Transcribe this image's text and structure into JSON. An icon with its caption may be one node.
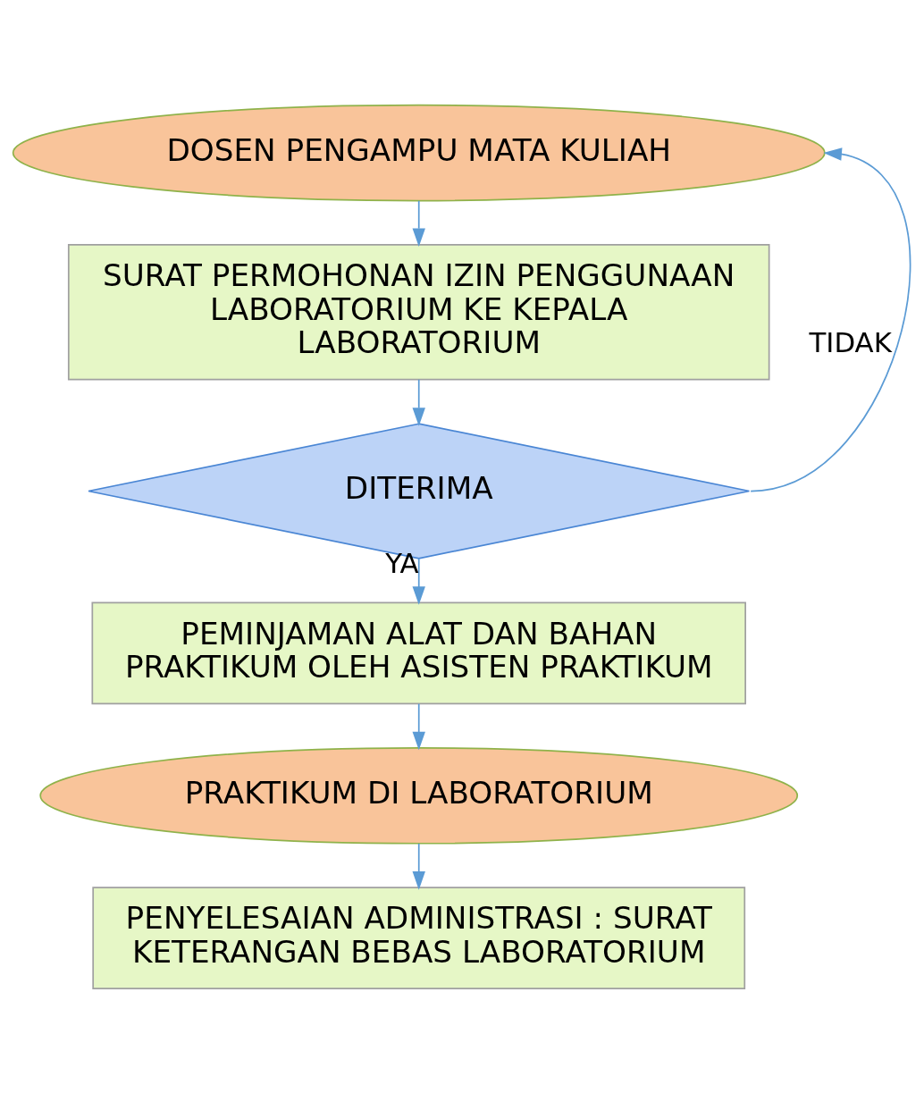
{
  "diagram": {
    "nodes": [
      {
        "text": [
          "DOSEN PENGAMPU MATA KULIAH"
        ]
      },
      {
        "text": [
          "SURAT PERMOHONAN IZIN PENGGUNAAN LABORATORIUM KE KEPALA LABORATORIUM"
        ]
      },
      {
        "text": [
          "DITERIMA"
        ]
      },
      {
        "text": [
          "PEMINJAMAN ALAT DAN BAHAN PRAKTIKUM OLEH ASISTEN PRAKTIKUM"
        ]
      },
      {
        "text": [
          "PRAKTIKUM DI LABORATORIUM"
        ]
      },
      {
        "text": [
          "PENYELESAIAN ADMINISTRASI : SURAT KETERANGAN BEBAS LABORATORIUM"
        ]
      }
    ],
    "edges": [
      {
        "from": 0,
        "to": 1,
        "arrow": "to"
      },
      {
        "from": 1,
        "to": 2,
        "arrow": "to"
      },
      {
        "from": 2,
        "to": 3,
        "arrow": "to",
        "label": "YA"
      },
      {
        "from": 2,
        "to": 0,
        "arrow": "to",
        "label": "TIDAK"
      },
      {
        "from": 3,
        "to": 4,
        "arrow": "to"
      },
      {
        "from": 4,
        "to": 5,
        "arrow": "to"
      }
    ]
  }
}
